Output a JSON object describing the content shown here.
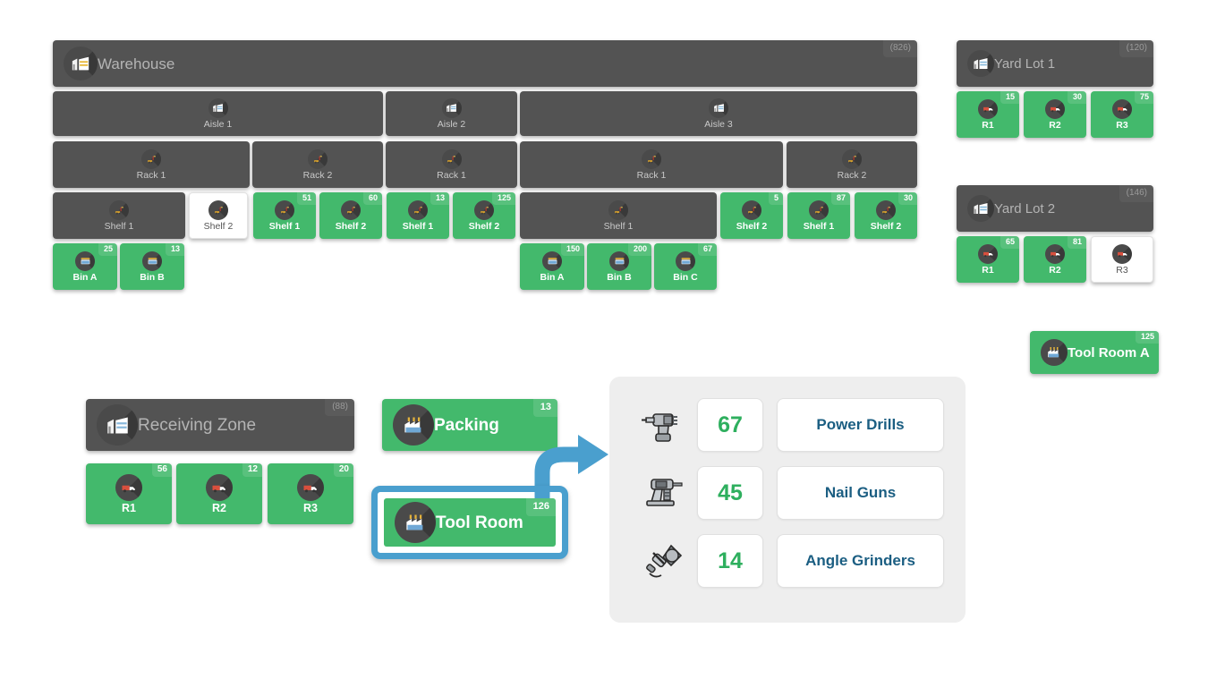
{
  "warehouse": {
    "label": "Warehouse",
    "badge": "(826)",
    "icon": "warehouse-icon",
    "aisles": [
      {
        "label": "Aisle 1",
        "icon": "warehouse-icon"
      },
      {
        "label": "Aisle 2",
        "icon": "warehouse-icon"
      },
      {
        "label": "Aisle 3",
        "icon": "warehouse-icon"
      }
    ],
    "racks": [
      {
        "label": "Rack 1",
        "icon": "forklift-icon"
      },
      {
        "label": "Rack 2",
        "icon": "forklift-icon"
      },
      {
        "label": "Rack 1",
        "icon": "forklift-icon"
      },
      {
        "label": "Rack 1",
        "icon": "forklift-icon"
      },
      {
        "label": "Rack 2",
        "icon": "forklift-icon"
      }
    ],
    "shelves": [
      {
        "label": "Shelf 1",
        "badge": "",
        "state": "dark",
        "icon": "forklift-icon"
      },
      {
        "label": "Shelf 2",
        "badge": "",
        "state": "white",
        "icon": "forklift-icon"
      },
      {
        "label": "Shelf 1",
        "badge": "51",
        "state": "green",
        "icon": "forklift-icon"
      },
      {
        "label": "Shelf 2",
        "badge": "60",
        "state": "green",
        "icon": "forklift-icon"
      },
      {
        "label": "Shelf 1",
        "badge": "13",
        "state": "green",
        "icon": "forklift-icon"
      },
      {
        "label": "Shelf 2",
        "badge": "125",
        "state": "green",
        "icon": "forklift-icon"
      },
      {
        "label": "Shelf 1",
        "badge": "",
        "state": "dark",
        "icon": "forklift-icon"
      },
      {
        "label": "Shelf 2",
        "badge": "5",
        "state": "green",
        "icon": "forklift-icon"
      },
      {
        "label": "Shelf 1",
        "badge": "87",
        "state": "green",
        "icon": "forklift-icon"
      },
      {
        "label": "Shelf 2",
        "badge": "30",
        "state": "green",
        "icon": "forklift-icon"
      }
    ],
    "bins_left": [
      {
        "label": "Bin A",
        "badge": "25",
        "icon": "bin-icon"
      },
      {
        "label": "Bin B",
        "badge": "13",
        "icon": "bin-icon"
      }
    ],
    "bins_mid": [
      {
        "label": "Bin A",
        "badge": "150",
        "icon": "bin-icon"
      },
      {
        "label": "Bin B",
        "badge": "200",
        "icon": "bin-icon"
      },
      {
        "label": "Bin C",
        "badge": "67",
        "icon": "bin-icon"
      }
    ]
  },
  "yard_lot_1": {
    "label": "Yard Lot 1",
    "badge": "(120)",
    "icon": "warehouse-icon",
    "rows": [
      {
        "label": "R1",
        "badge": "15",
        "state": "green",
        "icon": "truck-icon"
      },
      {
        "label": "R2",
        "badge": "30",
        "state": "green",
        "icon": "truck-icon"
      },
      {
        "label": "R3",
        "badge": "75",
        "state": "green",
        "icon": "truck-icon"
      }
    ]
  },
  "yard_lot_2": {
    "label": "Yard Lot 2",
    "badge": "(146)",
    "icon": "warehouse-icon",
    "rows": [
      {
        "label": "R1",
        "badge": "65",
        "state": "green",
        "icon": "truck-icon"
      },
      {
        "label": "R2",
        "badge": "81",
        "state": "green",
        "icon": "truck-icon"
      },
      {
        "label": "R3",
        "badge": "",
        "state": "white",
        "icon": "truck-icon"
      }
    ]
  },
  "tool_room_a": {
    "label": "Tool Room A",
    "badge": "125",
    "icon": "factory-icon"
  },
  "receiving_zone": {
    "label": "Receiving Zone",
    "badge": "(88)",
    "icon": "warehouse-icon",
    "rows": [
      {
        "label": "R1",
        "badge": "56",
        "icon": "truck-icon"
      },
      {
        "label": "R2",
        "badge": "12",
        "icon": "truck-icon"
      },
      {
        "label": "R3",
        "badge": "20",
        "icon": "truck-icon"
      }
    ]
  },
  "packing": {
    "label": "Packing",
    "badge": "13",
    "icon": "factory-icon"
  },
  "tool_room": {
    "label": "Tool Room",
    "badge": "126",
    "icon": "factory-icon",
    "selected": true
  },
  "detail_panel": {
    "items": [
      {
        "icon": "power-drill-icon",
        "count": "67",
        "name": "Power Drills"
      },
      {
        "icon": "nail-gun-icon",
        "count": "45",
        "name": "Nail Guns"
      },
      {
        "icon": "angle-grinder-icon",
        "count": "14",
        "name": "Angle Grinders"
      }
    ]
  },
  "colors": {
    "green": "#43b96c",
    "dark": "#535353",
    "accent_blue": "#4a9fce",
    "count_green": "#2eaf5e",
    "name_blue": "#1b5e82"
  }
}
